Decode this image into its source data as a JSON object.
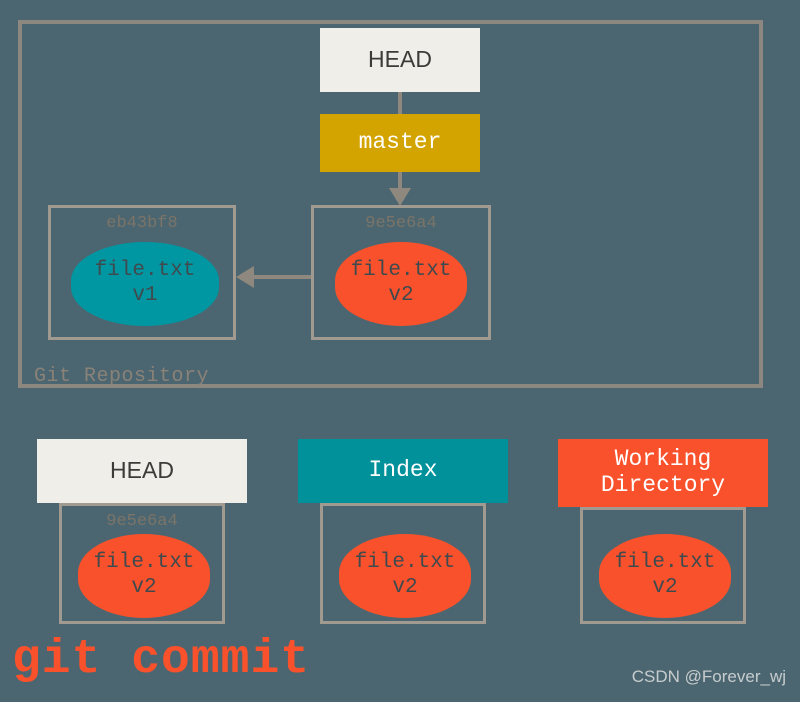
{
  "diagram": {
    "title": "git commit",
    "watermark": "CSDN @Forever_wj",
    "colors": {
      "background": "#4b6670",
      "frame": "#8c8880",
      "head_box": "#efeee8",
      "master_box": "#d3a400",
      "index_box": "#00919a",
      "workdir_box": "#f9512b",
      "blob_v1": "#0097a2",
      "blob_v2": "#f9512b",
      "connector": "#8f887e",
      "hash_text": "#7b7468",
      "caption": "#f9512b"
    }
  },
  "repository": {
    "label": "Git Repository",
    "head": {
      "label": "HEAD"
    },
    "branch": {
      "label": "master"
    },
    "commits": [
      {
        "hash": "eb43bf8",
        "blob_name": "file.txt",
        "blob_version": "v1",
        "blob_color": "teal"
      },
      {
        "hash": "9e5e6a4",
        "blob_name": "file.txt",
        "blob_version": "v2",
        "blob_color": "orange"
      }
    ]
  },
  "stages": [
    {
      "label": "HEAD",
      "style": "head",
      "hash": "9e5e6a4",
      "blob_name": "file.txt",
      "blob_version": "v2"
    },
    {
      "label": "Index",
      "style": "index",
      "hash": "",
      "blob_name": "file.txt",
      "blob_version": "v2"
    },
    {
      "label": "Working\nDirectory",
      "style": "workdir",
      "hash": "",
      "blob_name": "file.txt",
      "blob_version": "v2"
    }
  ]
}
